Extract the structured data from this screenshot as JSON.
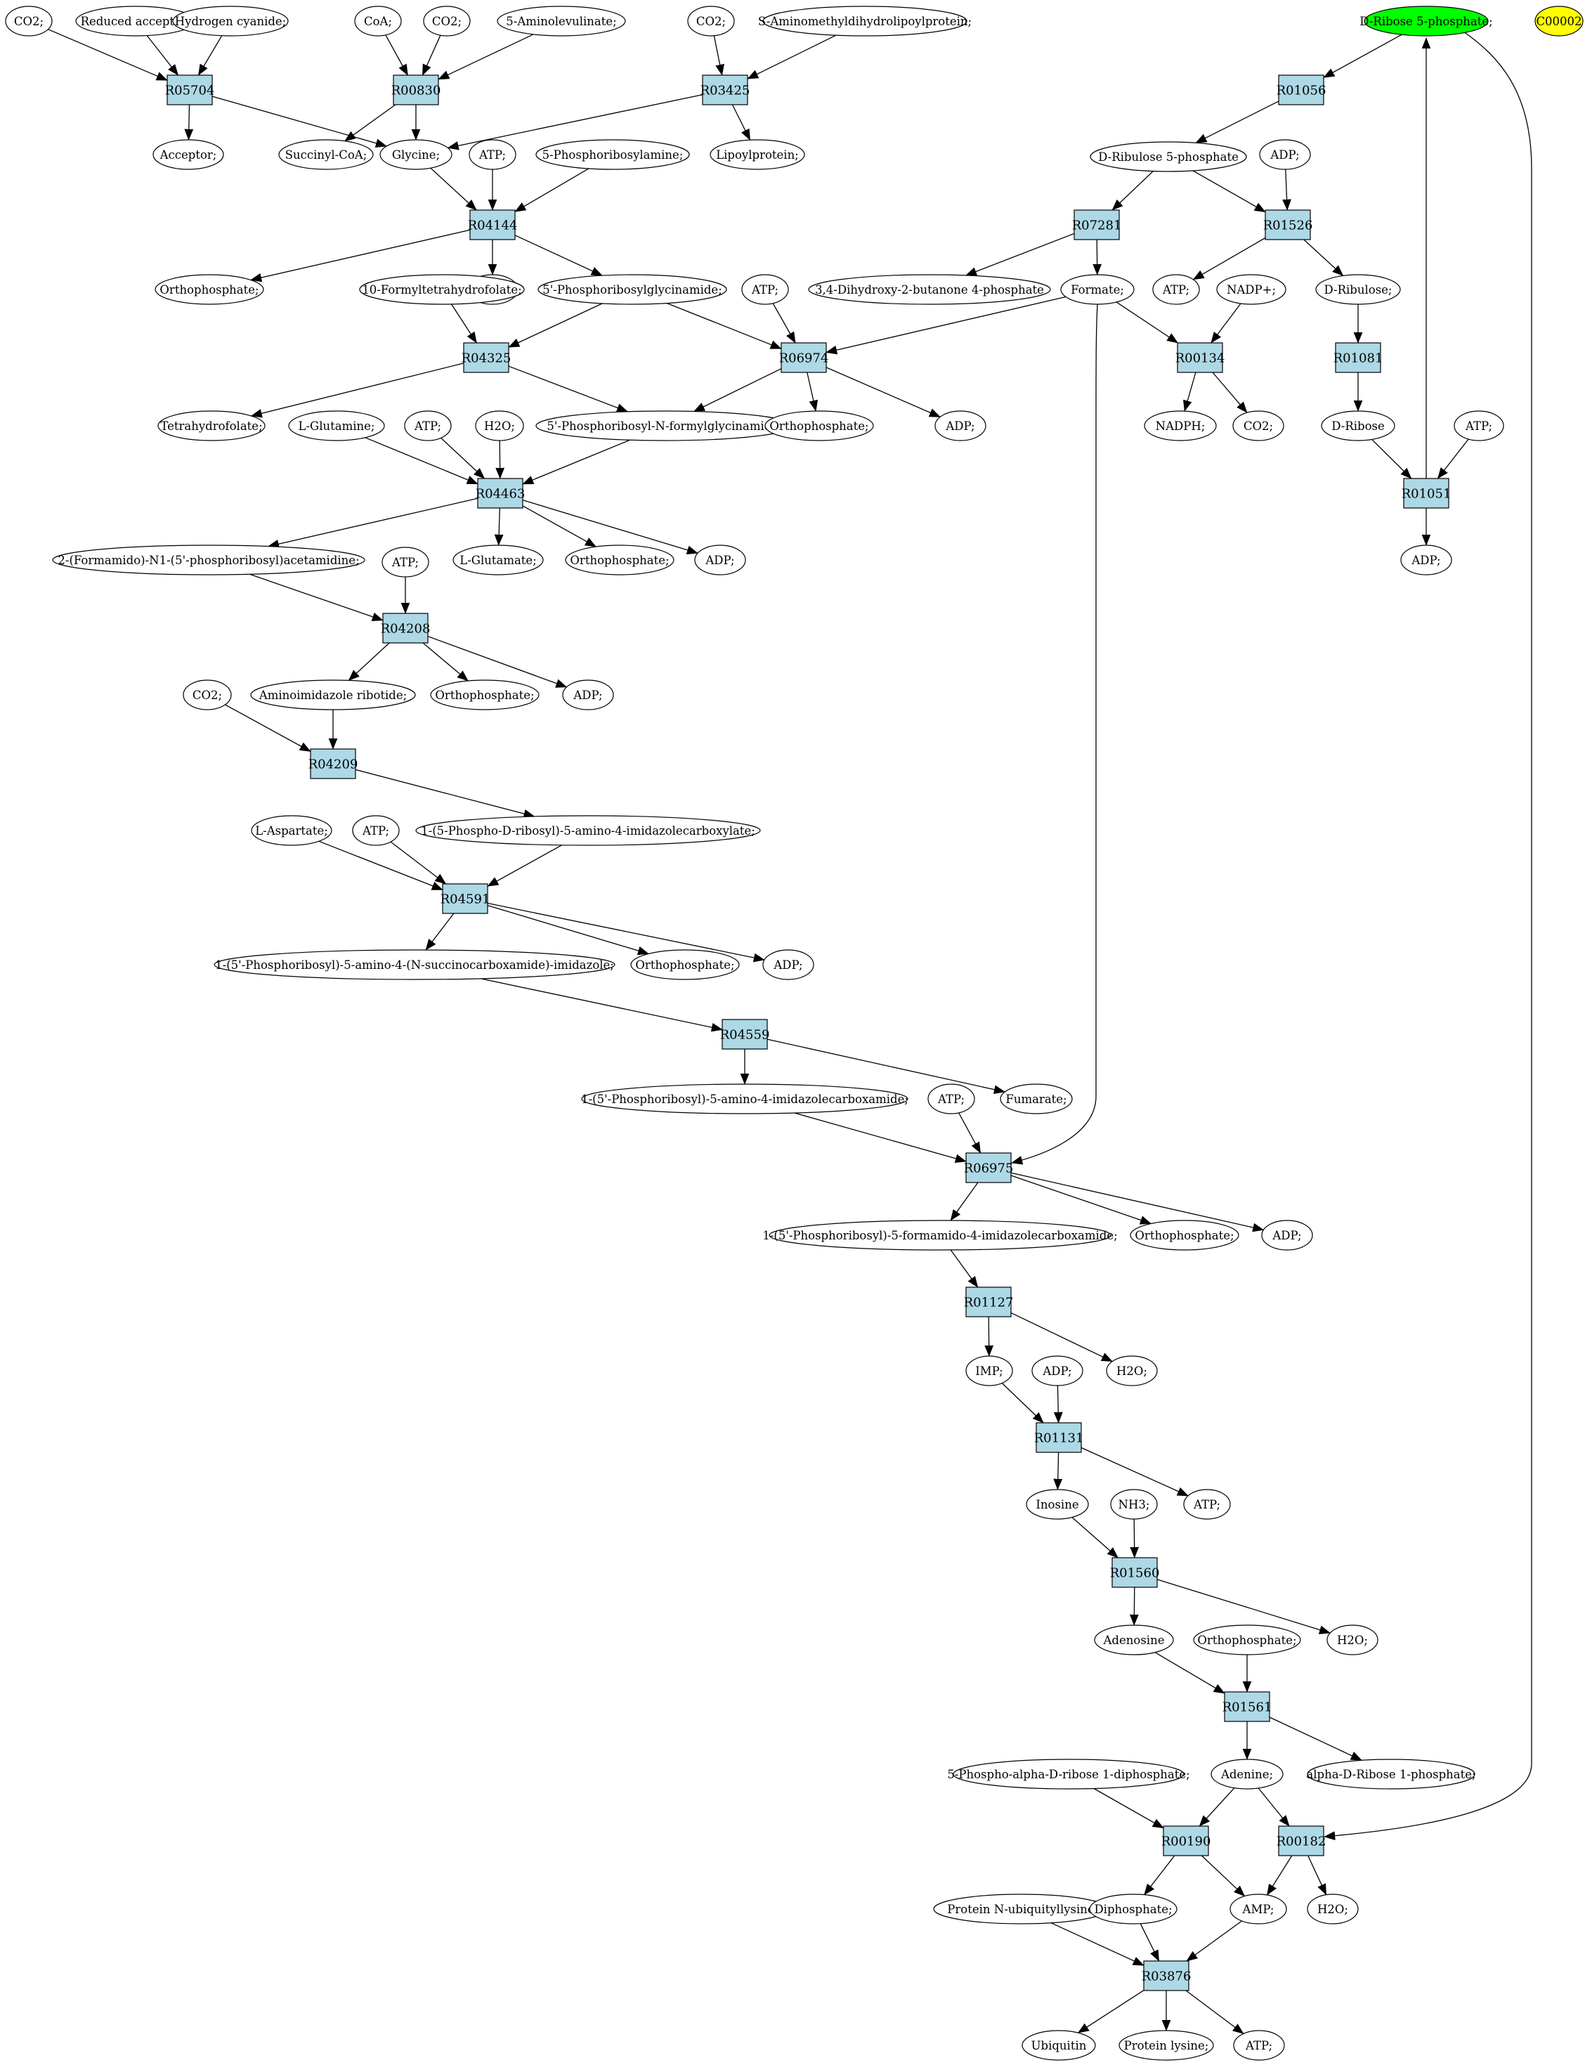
{
  "colors": {
    "reaction_fill": "#add8e6",
    "start_fill": "#00ff00",
    "target_fill": "#ffff00",
    "compound_fill": "#ffffff",
    "stroke": "#000000"
  },
  "compounds": [
    {
      "id": "c1",
      "label": "CO2;"
    },
    {
      "id": "c2",
      "label": "Reduced acceptor;"
    },
    {
      "id": "c3",
      "label": "Hydrogen cyanide;"
    },
    {
      "id": "c4",
      "label": "CoA;"
    },
    {
      "id": "c5",
      "label": "CO2;"
    },
    {
      "id": "c6",
      "label": "5-Aminolevulinate;"
    },
    {
      "id": "c7",
      "label": "CO2;"
    },
    {
      "id": "c8",
      "label": "S-Aminomethyldihydrolipoylprotein;"
    },
    {
      "id": "c9",
      "label": "D-Ribose 5-phosphate;"
    },
    {
      "id": "c10",
      "label": "C00002"
    },
    {
      "id": "c11",
      "label": "Acceptor;"
    },
    {
      "id": "c12",
      "label": "Succinyl-CoA;"
    },
    {
      "id": "c13",
      "label": "Glycine;"
    },
    {
      "id": "c14",
      "label": "Lipoylprotein;"
    },
    {
      "id": "c15",
      "label": "D-Ribulose 5-phosphate"
    },
    {
      "id": "c16",
      "label": "ADP;"
    },
    {
      "id": "c17",
      "label": "ATP;"
    },
    {
      "id": "c18",
      "label": "5-Phosphoribosylamine;"
    },
    {
      "id": "c19",
      "label": "Orthophosphate;"
    },
    {
      "id": "c20",
      "label": "ADP;"
    },
    {
      "id": "c21",
      "label": "10-Formyltetrahydrofolate;"
    },
    {
      "id": "c22",
      "label": "5'-Phosphoribosylglycinamide;"
    },
    {
      "id": "c23",
      "label": "ATP;"
    },
    {
      "id": "c24",
      "label": "3,4-Dihydroxy-2-butanone 4-phosphate"
    },
    {
      "id": "c25",
      "label": "Formate;"
    },
    {
      "id": "c26",
      "label": "ATP;"
    },
    {
      "id": "c27",
      "label": "NADP+;"
    },
    {
      "id": "c28",
      "label": "D-Ribulose;"
    },
    {
      "id": "c29",
      "label": "Tetrahydrofolate;"
    },
    {
      "id": "c30",
      "label": "L-Glutamine;"
    },
    {
      "id": "c31",
      "label": "ATP;"
    },
    {
      "id": "c32",
      "label": "H2O;"
    },
    {
      "id": "c33",
      "label": "5'-Phosphoribosyl-N-formylglycinamide;"
    },
    {
      "id": "c34",
      "label": "Orthophosphate;"
    },
    {
      "id": "c35",
      "label": "ADP;"
    },
    {
      "id": "c36",
      "label": "NADPH;"
    },
    {
      "id": "c37",
      "label": "CO2;"
    },
    {
      "id": "c38",
      "label": "D-Ribose"
    },
    {
      "id": "c39",
      "label": "ATP;"
    },
    {
      "id": "c40",
      "label": "2-(Formamido)-N1-(5'-phosphoribosyl)acetamidine;"
    },
    {
      "id": "c41",
      "label": "L-Glutamate;"
    },
    {
      "id": "c42",
      "label": "Orthophosphate;"
    },
    {
      "id": "c43",
      "label": "ADP;"
    },
    {
      "id": "c44",
      "label": "ADP;"
    },
    {
      "id": "c45",
      "label": "ATP;"
    },
    {
      "id": "c46",
      "label": "Aminoimidazole ribotide;"
    },
    {
      "id": "c47",
      "label": "Orthophosphate;"
    },
    {
      "id": "c48",
      "label": "ADP;"
    },
    {
      "id": "c49",
      "label": "CO2;"
    },
    {
      "id": "c50",
      "label": "L-Aspartate;"
    },
    {
      "id": "c51",
      "label": "ATP;"
    },
    {
      "id": "c52",
      "label": "1-(5-Phospho-D-ribosyl)-5-amino-4-imidazolecarboxylate;"
    },
    {
      "id": "c53",
      "label": "1-(5'-Phosphoribosyl)-5-amino-4-(N-succinocarboxamide)-imidazole;"
    },
    {
      "id": "c54",
      "label": "Orthophosphate;"
    },
    {
      "id": "c55",
      "label": "ADP;"
    },
    {
      "id": "c56",
      "label": "1-(5'-Phosphoribosyl)-5-amino-4-imidazolecarboxamide;"
    },
    {
      "id": "c57",
      "label": "ATP;"
    },
    {
      "id": "c58",
      "label": "Fumarate;"
    },
    {
      "id": "c59",
      "label": "1-(5'-Phosphoribosyl)-5-formamido-4-imidazolecarboxamide;"
    },
    {
      "id": "c60",
      "label": "Orthophosphate;"
    },
    {
      "id": "c61",
      "label": "ADP;"
    },
    {
      "id": "c62",
      "label": "IMP;"
    },
    {
      "id": "c63",
      "label": "ADP;"
    },
    {
      "id": "c64",
      "label": "H2O;"
    },
    {
      "id": "c65",
      "label": "Inosine"
    },
    {
      "id": "c66",
      "label": "NH3;"
    },
    {
      "id": "c67",
      "label": "ATP;"
    },
    {
      "id": "c68",
      "label": "Adenosine"
    },
    {
      "id": "c69",
      "label": "Orthophosphate;"
    },
    {
      "id": "c70",
      "label": "H2O;"
    },
    {
      "id": "c71",
      "label": "5-Phospho-alpha-D-ribose 1-diphosphate;"
    },
    {
      "id": "c72",
      "label": "Adenine;"
    },
    {
      "id": "c73",
      "label": "alpha-D-Ribose 1-phosphate;"
    },
    {
      "id": "c74",
      "label": "Protein N-ubiquityllysine"
    },
    {
      "id": "c75",
      "label": "Diphosphate;"
    },
    {
      "id": "c76",
      "label": "AMP;"
    },
    {
      "id": "c77",
      "label": "H2O;"
    },
    {
      "id": "c78",
      "label": "Ubiquitin"
    },
    {
      "id": "c79",
      "label": "Protein lysine;"
    },
    {
      "id": "c80",
      "label": "ATP;"
    }
  ],
  "reactions": [
    {
      "id": "r1",
      "label": "R05704"
    },
    {
      "id": "r2",
      "label": "R00830"
    },
    {
      "id": "r3",
      "label": "R03425"
    },
    {
      "id": "r4",
      "label": "R01056"
    },
    {
      "id": "r5",
      "label": "R04144"
    },
    {
      "id": "r6",
      "label": "R07281"
    },
    {
      "id": "r7",
      "label": "R01526"
    },
    {
      "id": "r8",
      "label": "R04325"
    },
    {
      "id": "r9",
      "label": "R06974"
    },
    {
      "id": "r10",
      "label": "R00134"
    },
    {
      "id": "r11",
      "label": "R01081"
    },
    {
      "id": "r12",
      "label": "R04463"
    },
    {
      "id": "r13",
      "label": "R01051"
    },
    {
      "id": "r14",
      "label": "R04208"
    },
    {
      "id": "r15",
      "label": "R04209"
    },
    {
      "id": "r16",
      "label": "R04591"
    },
    {
      "id": "r17",
      "label": "R04559"
    },
    {
      "id": "r18",
      "label": "R06975"
    },
    {
      "id": "r19",
      "label": "R01127"
    },
    {
      "id": "r20",
      "label": "R01131"
    },
    {
      "id": "r21",
      "label": "R01560"
    },
    {
      "id": "r22",
      "label": "R01561"
    },
    {
      "id": "r23",
      "label": "R00190"
    },
    {
      "id": "r24",
      "label": "R00182"
    },
    {
      "id": "r25",
      "label": "R03876"
    }
  ],
  "edges": [
    [
      "c1",
      "r1"
    ],
    [
      "c2",
      "r1"
    ],
    [
      "c3",
      "r1"
    ],
    [
      "r1",
      "c11"
    ],
    [
      "r1",
      "c13"
    ],
    [
      "c4",
      "r2"
    ],
    [
      "c5",
      "r2"
    ],
    [
      "c6",
      "r2"
    ],
    [
      "r2",
      "c12"
    ],
    [
      "r2",
      "c13"
    ],
    [
      "c7",
      "r3"
    ],
    [
      "c8",
      "r3"
    ],
    [
      "r3",
      "c13"
    ],
    [
      "r3",
      "c14"
    ],
    [
      "c9",
      "r4"
    ],
    [
      "r4",
      "c15"
    ],
    [
      "c13",
      "r5"
    ],
    [
      "c17",
      "r5"
    ],
    [
      "c18",
      "r5"
    ],
    [
      "r5",
      "c19"
    ],
    [
      "r5",
      "c20"
    ],
    [
      "r5",
      "c22"
    ],
    [
      "c15",
      "r6"
    ],
    [
      "r6",
      "c24"
    ],
    [
      "r6",
      "c25"
    ],
    [
      "c15",
      "r7"
    ],
    [
      "c16",
      "r7"
    ],
    [
      "r7",
      "c26"
    ],
    [
      "r7",
      "c28"
    ],
    [
      "c21",
      "r8"
    ],
    [
      "c22",
      "r8"
    ],
    [
      "r8",
      "c29"
    ],
    [
      "r8",
      "c33"
    ],
    [
      "c22",
      "r9"
    ],
    [
      "c23",
      "r9"
    ],
    [
      "c25",
      "r9"
    ],
    [
      "r9",
      "c33"
    ],
    [
      "r9",
      "c34"
    ],
    [
      "r9",
      "c35"
    ],
    [
      "c25",
      "r10"
    ],
    [
      "c27",
      "r10"
    ],
    [
      "r10",
      "c36"
    ],
    [
      "r10",
      "c37"
    ],
    [
      "c28",
      "r11"
    ],
    [
      "r11",
      "c38"
    ],
    [
      "c30",
      "r12"
    ],
    [
      "c31",
      "r12"
    ],
    [
      "c32",
      "r12"
    ],
    [
      "c33",
      "r12"
    ],
    [
      "r12",
      "c40"
    ],
    [
      "r12",
      "c41"
    ],
    [
      "r12",
      "c42"
    ],
    [
      "r12",
      "c43"
    ],
    [
      "c38",
      "r13"
    ],
    [
      "c39",
      "r13"
    ],
    [
      "r13",
      "c9"
    ],
    [
      "r13",
      "c44"
    ],
    [
      "c40",
      "r14"
    ],
    [
      "c45",
      "r14"
    ],
    [
      "r14",
      "c46"
    ],
    [
      "r14",
      "c47"
    ],
    [
      "r14",
      "c48"
    ],
    [
      "c49",
      "r15"
    ],
    [
      "c46",
      "r15"
    ],
    [
      "r15",
      "c52"
    ],
    [
      "c50",
      "r16"
    ],
    [
      "c51",
      "r16"
    ],
    [
      "c52",
      "r16"
    ],
    [
      "r16",
      "c53"
    ],
    [
      "r16",
      "c54"
    ],
    [
      "r16",
      "c55"
    ],
    [
      "c53",
      "r17"
    ],
    [
      "r17",
      "c56"
    ],
    [
      "r17",
      "c58"
    ],
    [
      "c56",
      "r18"
    ],
    [
      "c57",
      "r18"
    ],
    [
      "c25",
      "r18"
    ],
    [
      "r18",
      "c59"
    ],
    [
      "r18",
      "c60"
    ],
    [
      "r18",
      "c61"
    ],
    [
      "c59",
      "r19"
    ],
    [
      "r19",
      "c62"
    ],
    [
      "r19",
      "c64"
    ],
    [
      "c62",
      "r20"
    ],
    [
      "c63",
      "r20"
    ],
    [
      "r20",
      "c65"
    ],
    [
      "r20",
      "c67"
    ],
    [
      "c65",
      "r21"
    ],
    [
      "c66",
      "r21"
    ],
    [
      "r21",
      "c68"
    ],
    [
      "r21",
      "c70"
    ],
    [
      "c68",
      "r22"
    ],
    [
      "c69",
      "r22"
    ],
    [
      "r22",
      "c72"
    ],
    [
      "r22",
      "c73"
    ],
    [
      "c71",
      "r23"
    ],
    [
      "c72",
      "r23"
    ],
    [
      "r23",
      "c75"
    ],
    [
      "r23",
      "c76"
    ],
    [
      "c72",
      "r24"
    ],
    [
      "c9",
      "r24"
    ],
    [
      "r24",
      "c76"
    ],
    [
      "r24",
      "c77"
    ],
    [
      "c74",
      "r25"
    ],
    [
      "c75",
      "r25"
    ],
    [
      "c76",
      "r25"
    ],
    [
      "r25",
      "c78"
    ],
    [
      "r25",
      "c79"
    ],
    [
      "r25",
      "c80"
    ]
  ]
}
